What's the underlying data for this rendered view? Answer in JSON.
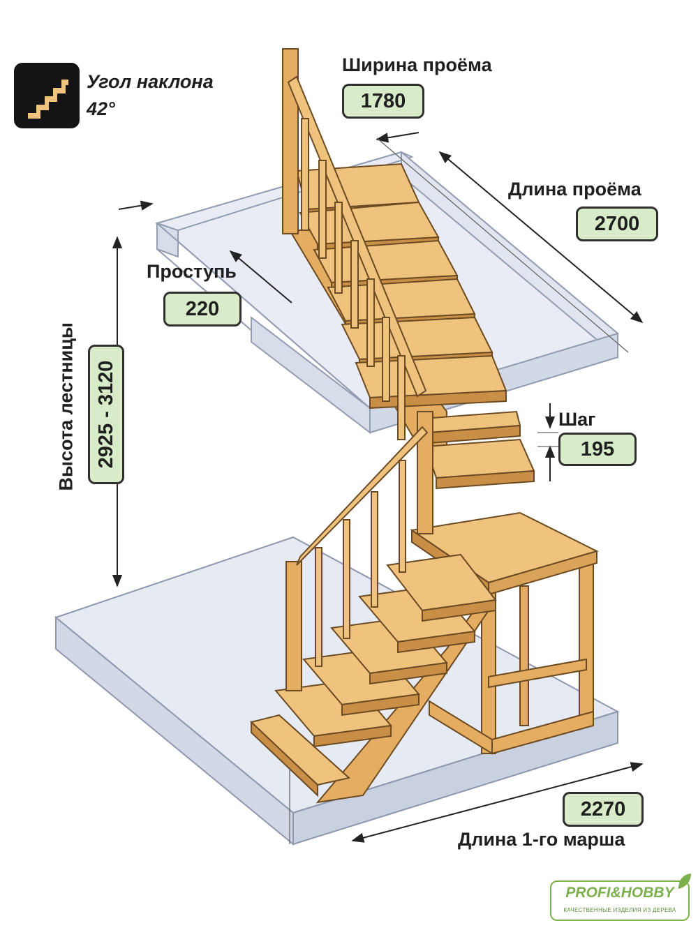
{
  "angle": {
    "title": "Угол наклона",
    "value": "42°"
  },
  "opening_width": {
    "label": "Ширина проёма",
    "value": "1780"
  },
  "opening_length": {
    "label": "Длина проёма",
    "value": "2700"
  },
  "tread": {
    "label": "Проступь",
    "value": "220"
  },
  "height": {
    "label": "Высота лестницы",
    "value": "2925 - 3120"
  },
  "step": {
    "label": "Шаг",
    "value": "195"
  },
  "first_flight": {
    "label": "Длина 1-го марша",
    "value": "2270"
  },
  "logo": {
    "name": "PROFI&HOBBY",
    "tagline": "КАЧЕСТВЕННЫЕ ИЗДЕЛИЯ ИЗ ДЕРЕВА"
  },
  "colors": {
    "wood": "#efc27d",
    "wood_dark": "#d19a52",
    "outline": "#6b4a22",
    "badge": "#d9ecc9",
    "slab": "#dde3ef",
    "logo_green": "#7bb04a"
  }
}
